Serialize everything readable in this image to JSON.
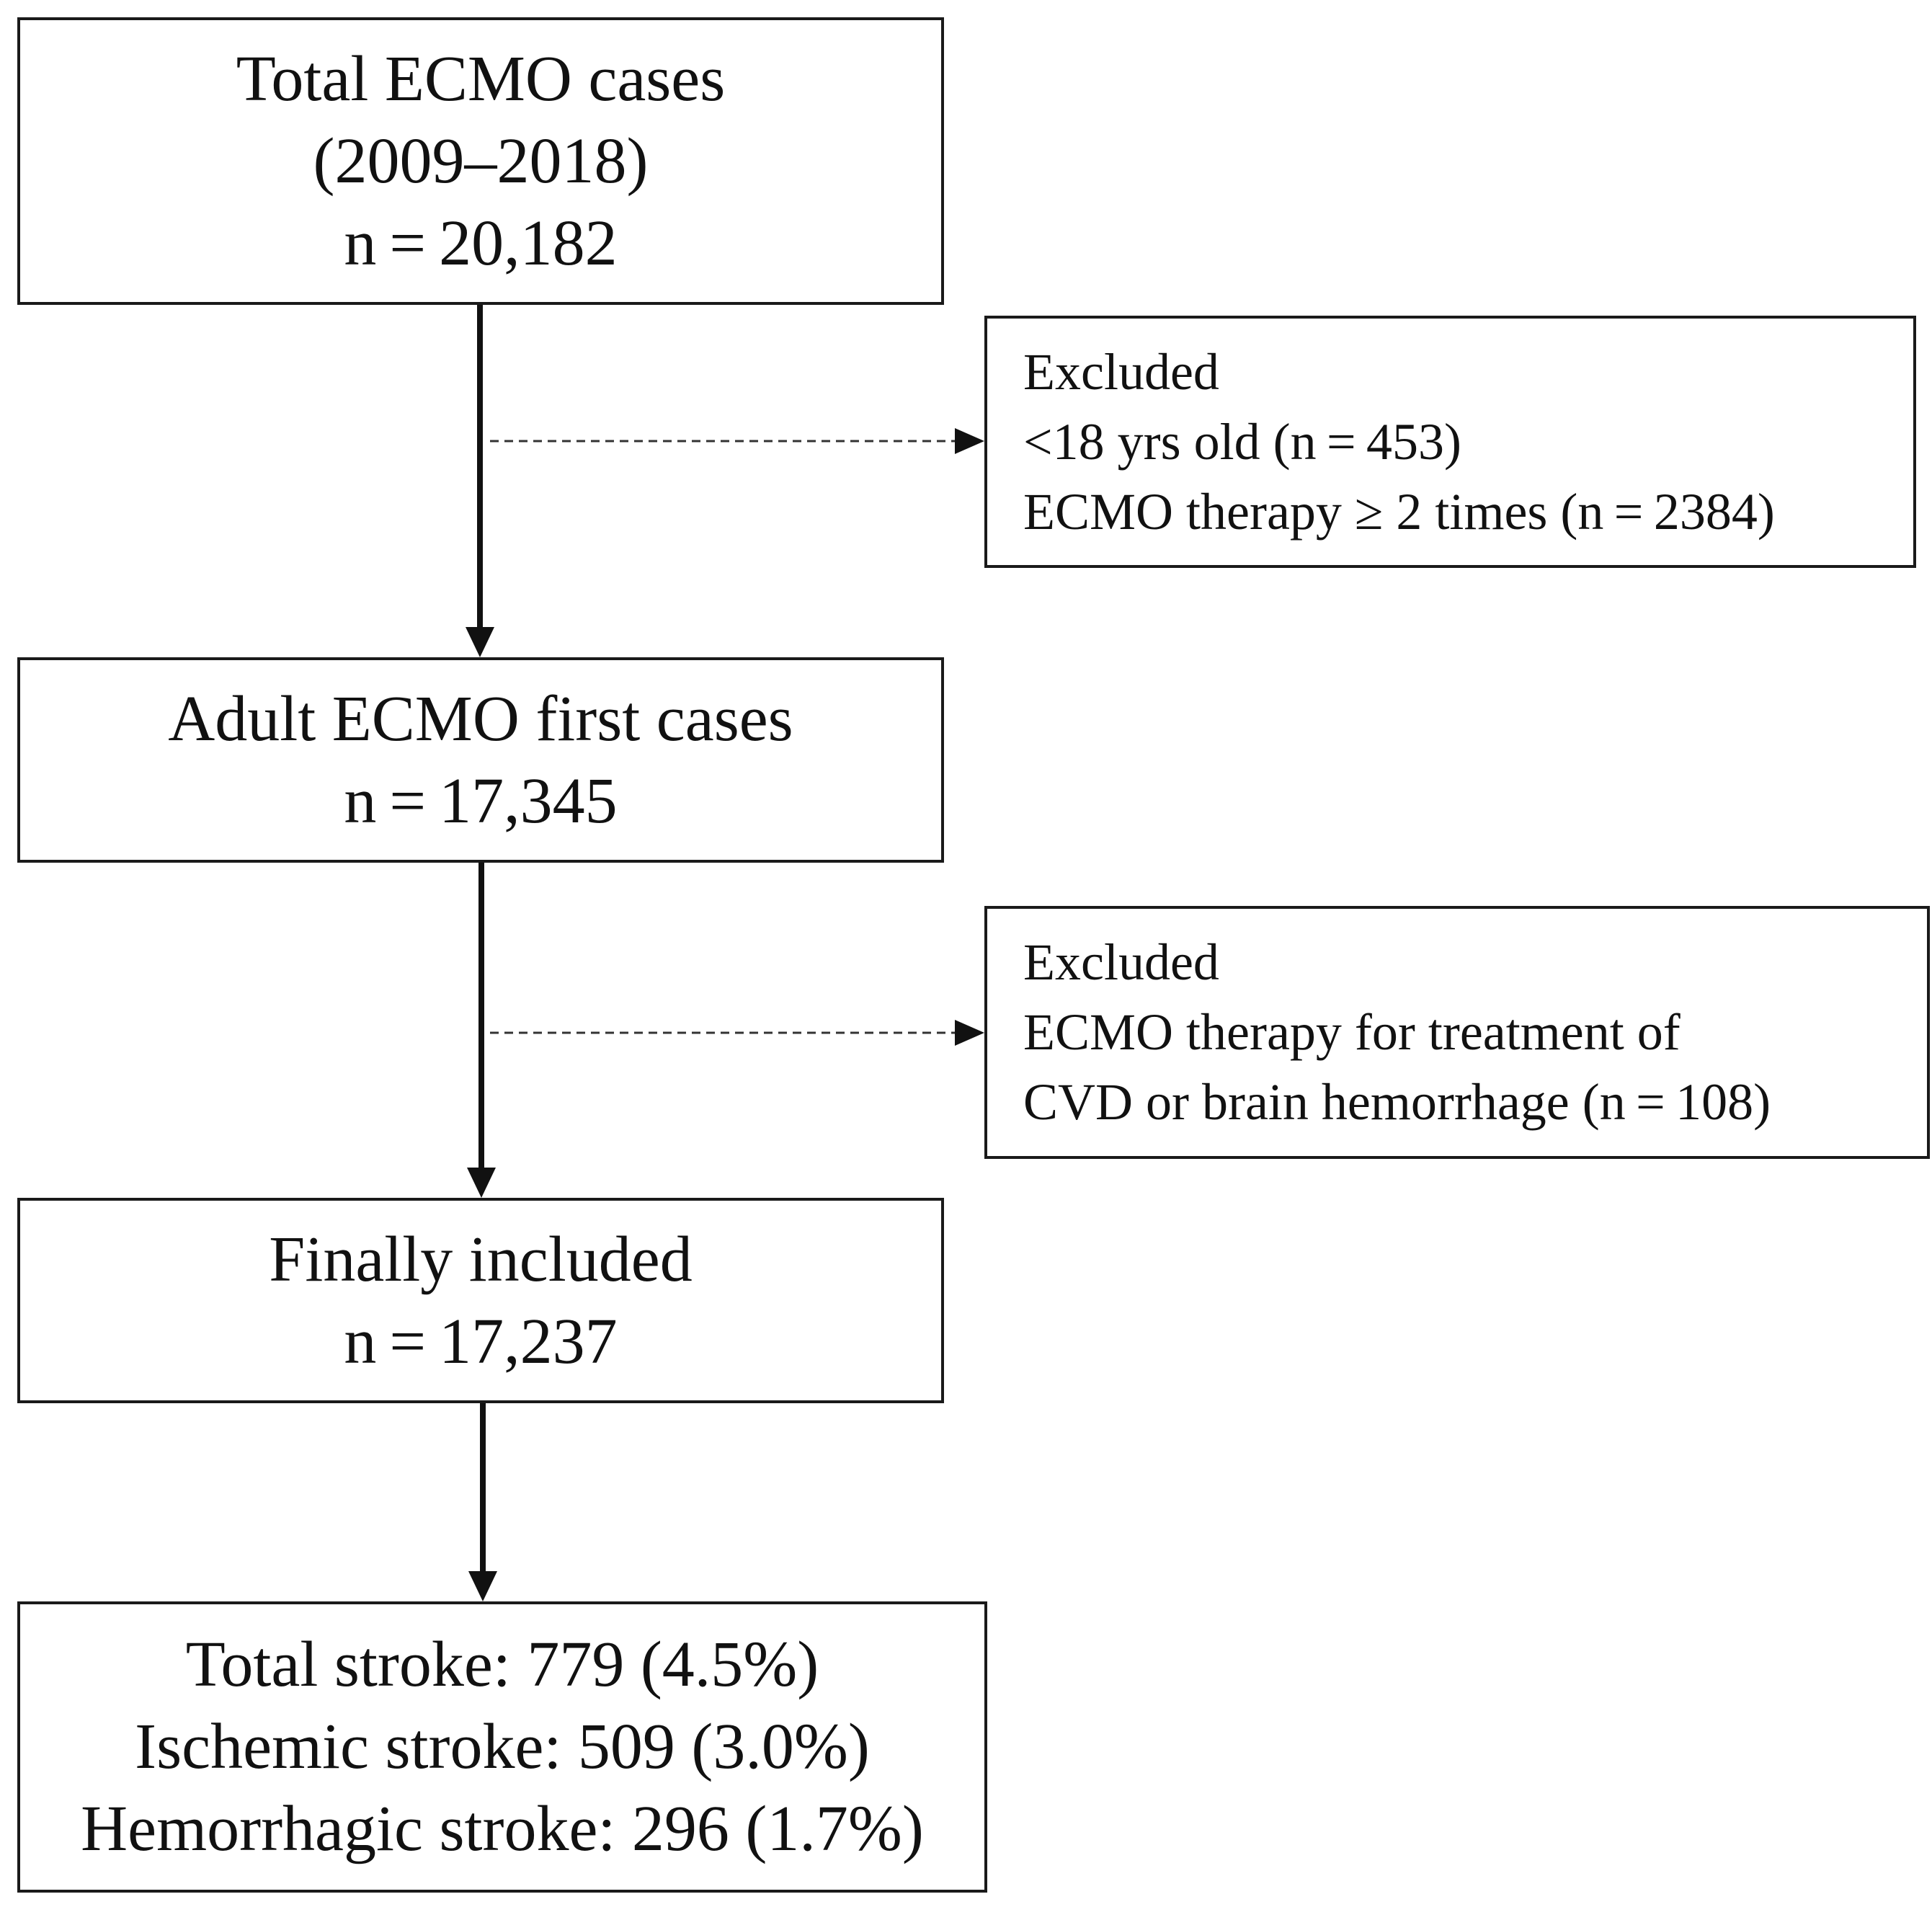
{
  "flowchart": {
    "total_cases": {
      "title": "Total ECMO cases",
      "period": "(2009–2018)",
      "count": "n = 20,182"
    },
    "exclusion_1": {
      "heading": "Excluded",
      "lines": [
        "<18 yrs old (n = 453)",
        "ECMO therapy ≥ 2 times (n = 2384)"
      ]
    },
    "adult_first": {
      "title": "Adult ECMO first cases",
      "count": "n = 17,345"
    },
    "exclusion_2": {
      "heading": "Excluded",
      "lines": [
        "ECMO therapy for treatment of",
        "CVD or brain hemorrhage (n = 108)"
      ]
    },
    "final": {
      "title": "Finally included",
      "count": "n = 17,237"
    },
    "outcomes": {
      "lines": [
        "Total stroke: 779 (4.5%)",
        "Ischemic stroke: 509 (3.0%)",
        "Hemorrhagic stroke: 296 (1.7%)"
      ]
    }
  }
}
